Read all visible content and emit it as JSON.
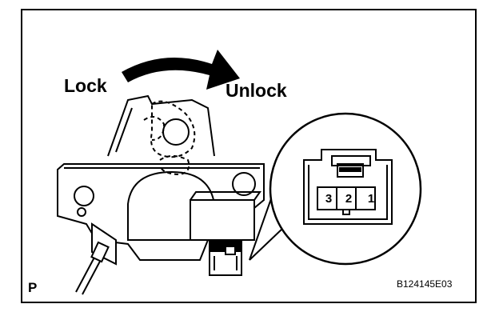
{
  "diagram": {
    "labels": {
      "lock": "Lock",
      "unlock": "Unlock",
      "view": "P",
      "figure_id": "B124145E03"
    },
    "connector": {
      "pins": [
        "3",
        "2",
        "1"
      ]
    },
    "arrow_direction": "lock-to-unlock",
    "colors": {
      "ink": "#000000",
      "paper": "#ffffff"
    }
  }
}
